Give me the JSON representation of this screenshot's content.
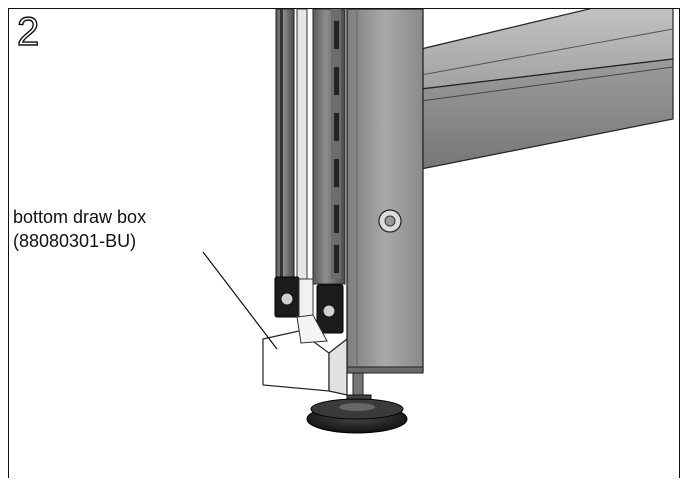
{
  "step": {
    "number": "2"
  },
  "callout": {
    "line1": "bottom draw box",
    "line2": "(88080301-BU)"
  }
}
